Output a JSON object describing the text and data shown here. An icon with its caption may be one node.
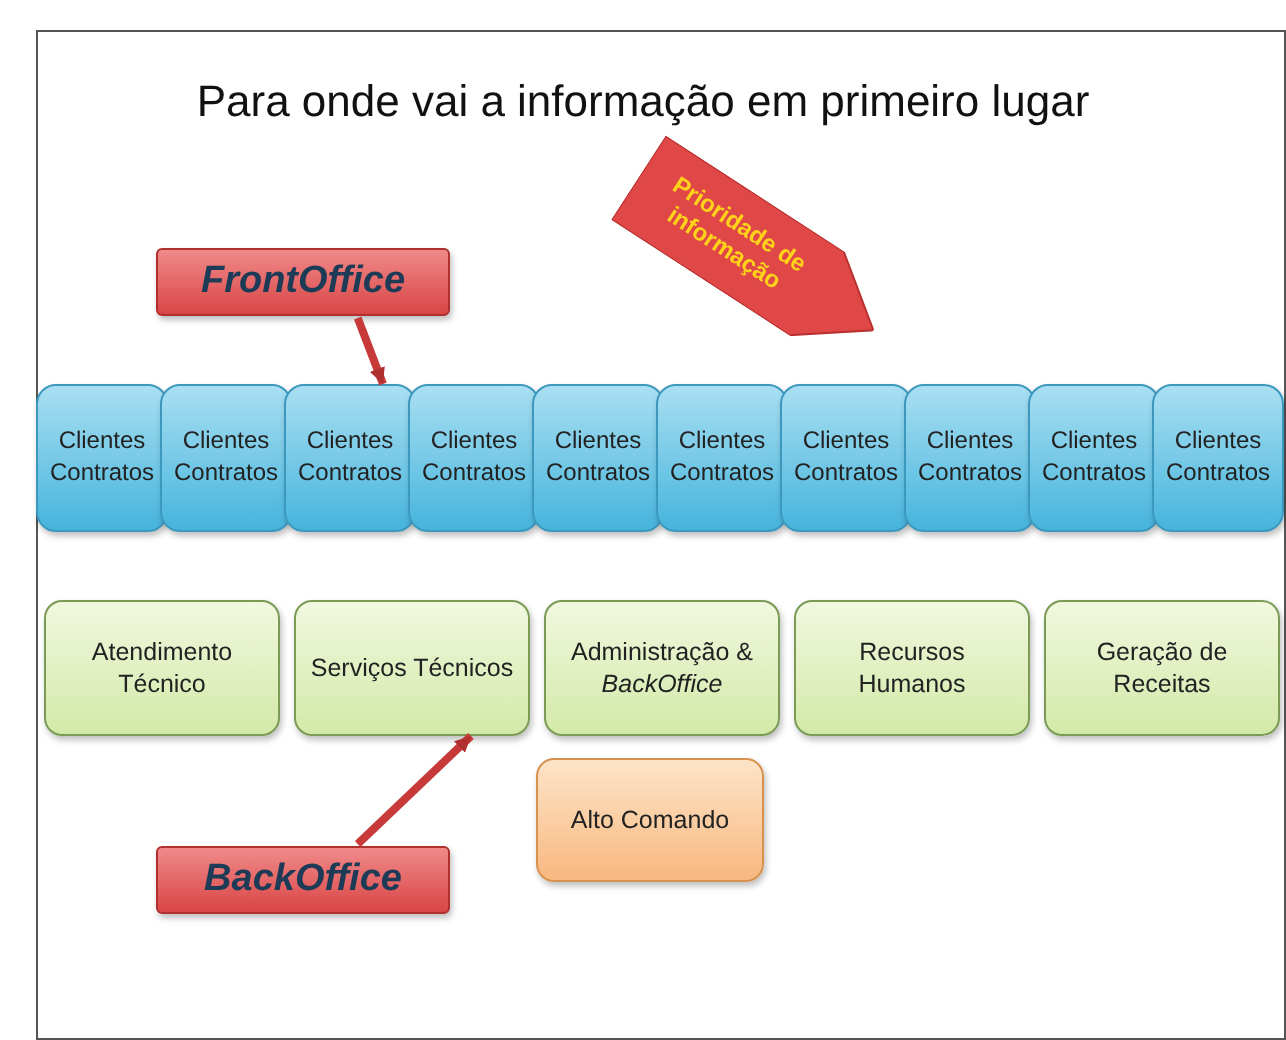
{
  "diagram": {
    "title": "Para onde vai a informação em primeiro lugar",
    "nodes": [
      {
        "text": [
          "FrontOffice"
        ]
      },
      {
        "text": [
          "Prioridade de informação"
        ]
      },
      {
        "text": [
          "Clientes Contratos"
        ]
      },
      {
        "text": [
          "Clientes Contratos"
        ]
      },
      {
        "text": [
          "Clientes Contratos"
        ]
      },
      {
        "text": [
          "Clientes Contratos"
        ]
      },
      {
        "text": [
          "Clientes Contratos"
        ]
      },
      {
        "text": [
          "Clientes Contratos"
        ]
      },
      {
        "text": [
          "Clientes Contratos"
        ]
      },
      {
        "text": [
          "Clientes Contratos"
        ]
      },
      {
        "text": [
          "Clientes Contratos"
        ]
      },
      {
        "text": [
          "Clientes Contratos"
        ]
      },
      {
        "text": [
          "Atendimento Técnico"
        ]
      },
      {
        "text": [
          "Serviços Técnicos"
        ]
      },
      {
        "text": [
          "Administração & *BackOffice*"
        ]
      },
      {
        "text": [
          "Recursos Humanos"
        ]
      },
      {
        "text": [
          "Geração de Receitas"
        ]
      },
      {
        "text": [
          "Alto Comando"
        ]
      },
      {
        "text": [
          "BackOffice"
        ]
      }
    ],
    "edges": [
      {
        "from": 0,
        "to": 4,
        "arrow": "to"
      },
      {
        "from": 18,
        "to": 13,
        "arrow": "to"
      }
    ]
  }
}
